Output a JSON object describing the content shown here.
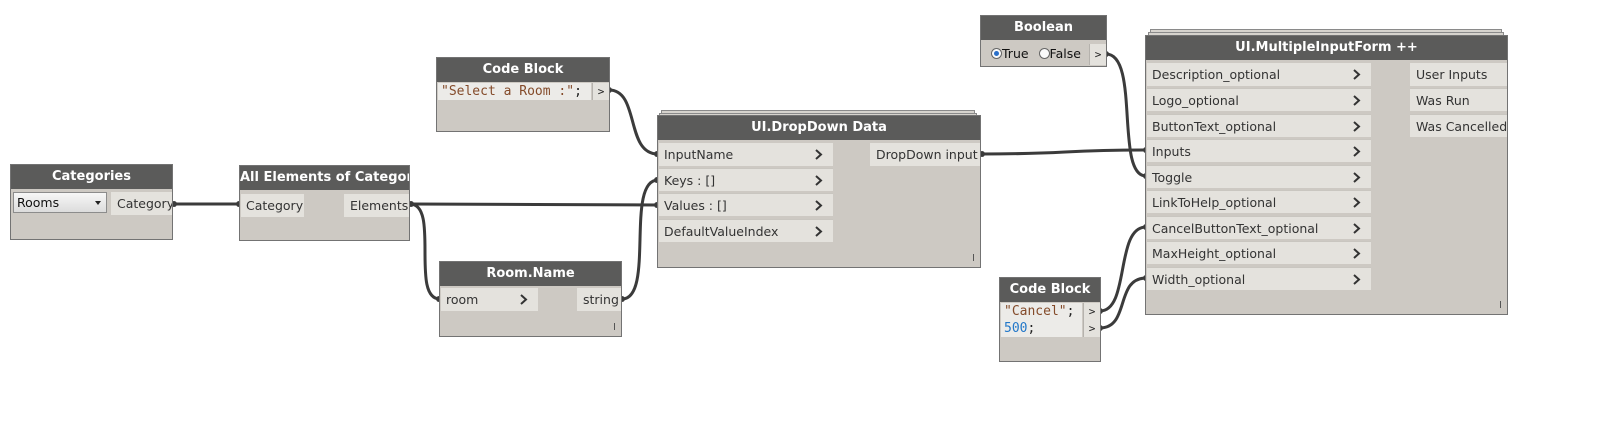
{
  "nodes": {
    "categories": {
      "title": "Categories",
      "dropdown_value": "Rooms",
      "output": "Category"
    },
    "all_elements": {
      "title": "All Elements of Category",
      "input": "Category",
      "output": "Elements"
    },
    "code_block_1": {
      "title": "Code Block",
      "line_string": "\"Select a Room :\"",
      "semicolon": ";",
      "out_symbol": ">"
    },
    "room_name": {
      "title": "Room.Name",
      "input": "room",
      "output": "string"
    },
    "dropdown_data": {
      "title": "UI.DropDown Data",
      "inputs": [
        "InputName",
        "Keys : []",
        "Values : []",
        "DefaultValueIndex"
      ],
      "output": "DropDown input"
    },
    "boolean": {
      "title": "Boolean",
      "true_label": "True",
      "false_label": "False",
      "selected": "True",
      "out_symbol": ">"
    },
    "code_block_2": {
      "title": "Code Block",
      "line1_string": "\"Cancel\"",
      "line2_number": "500",
      "semicolon": ";",
      "out_symbol": ">"
    },
    "multiple_input_form": {
      "title": "UI.MultipleInputForm ++",
      "inputs": [
        "Description_optional",
        "Logo_optional",
        "ButtonText_optional",
        "Inputs",
        "Toggle",
        "LinkToHelp_optional",
        "CancelButtonText_optional",
        "MaxHeight_optional",
        "Width_optional"
      ],
      "outputs": [
        "User Inputs",
        "Was Run",
        "Was Cancelled"
      ]
    }
  },
  "colors": {
    "header": "#5b5b5a",
    "body": "#cdc9c3",
    "port": "#e4e2dd",
    "wire": "#3b3b3b",
    "string": "#844b2a",
    "number": "#2378c9"
  }
}
